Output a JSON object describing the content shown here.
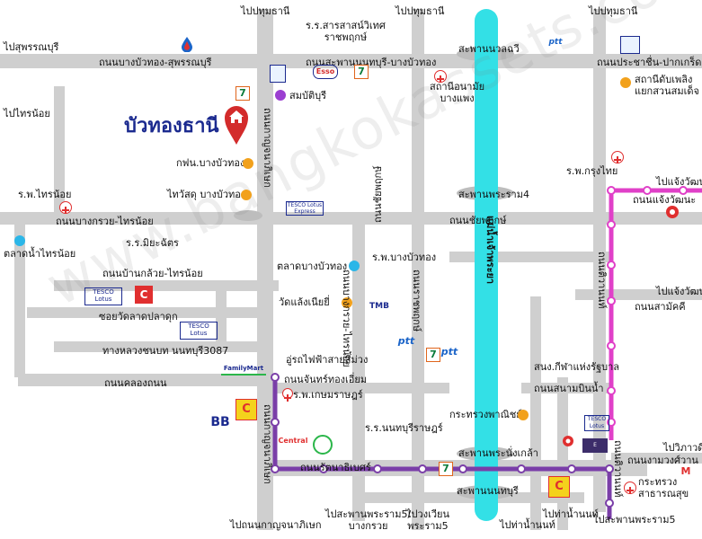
{
  "title": "บัวทองธานี",
  "colors": {
    "road": "#cfcfcf",
    "river": "#33e0e6",
    "pink_line": "#e040c8",
    "purple_line": "#7a3ea8",
    "pin": "#d32b2b",
    "orange_dot": "#f2a11c",
    "purple_dot": "#9b3fd1",
    "blue_dot": "#2bb6e8",
    "hospital": "#e02f2f"
  },
  "labels": {
    "to_pathum_1": "ไปปทุมธานี",
    "to_pathum_2": "ไปปทุมธานี",
    "to_pathum_3": "ไปปทุมธานี",
    "to_suphan": "ไปสุพรรณบุรี",
    "rd_bangbuathong_suphan": "ถนนบางบัวทอง-สุพรรณบุรี",
    "rd_sapan_nonburi": "ถนนสะพานนนทบุรี-บางบัวทอง",
    "school_sarasas": "ร.ร.สารสาสน์วิเทศ\nราชพฤกษ์",
    "bridge_wongwan": "สะพานนวลฉวี",
    "rd_pracha_chuen": "ถนนประชาชื่น-ปากเกร็ด",
    "health_bangsaeng": "สถานีอนามัย\nบางแพง",
    "samnak_tambon": "สมบัติบุรี",
    "gas_station": "สถานีดับเพลิง\nแยกสวนสมเด็จ",
    "to_sainoi": "ไปไทรน้อย",
    "egat": "กฟน.บางบัวทอง",
    "rd_kanchana_v": "ถนนกาญจนาภิเษก",
    "hosp_sainoi": "ร.พ.ไทรน้อย",
    "thaiwatsadu": "ไทวัสดุ บางบัวทอง",
    "tesco_1": "TESCO Lotus Express",
    "rd_chaiyapruek_v": "ถนนชัยพฤกษ์",
    "bridge_rama4": "สะพานพระราม4",
    "hosp_krungthai": "ร.พ.กรุงไทย",
    "to_chaengwattana_1": "ไปแจ้งวัฒนะ",
    "rd_chaengwattana_1": "ถนนแจ้งวัฒนะ",
    "rd_chaiyapruek_h": "ถนนชัยพฤกษ์",
    "rd_bangkruai_sainoi": "ถนนบางกรวย-ไทรน้อย",
    "school_miyachat": "ร.ร.มิยะฉัตร",
    "market_sainoi": "ตลาดน้ำไทรน้อย",
    "market_bangbuathong": "ตลาดบางบัวทอง",
    "hosp_bangbuathong": "ร.พ.บางบัวทอง",
    "river_name": "แม่น้ำเจ้าพระยา",
    "rd_ban_kluai": "ถนนบ้านกล้วย-ไทรน้อย",
    "tesco_2": "TESCO Lotus",
    "rd_ratchaphruek": "ถนนราชพฤกษ์",
    "to_chaengwattana_2": "ไปแจ้งวัฒนะ",
    "rd_samakkhi": "ถนนสามัคคี",
    "soi_watladpladuk": "ซอยวัดลาดปลาดุก",
    "tesco_3": "TESCO Lotus",
    "wat_laemyai": "วัดแล้งเนียยี่",
    "rd_bangkruai_v": "ถนนบางกรวย-ไทรน้อย",
    "rd_tiwanon": "ถนนติวานนท์",
    "rd_nonthaburi1": "ถนนนนทบุรี1",
    "tmb": "TMB",
    "kanchan_cross": "ทางหลวงชนบท นนทบุรี3087",
    "ptt_1": "ptt",
    "ptt_2": "ptt",
    "irtl": "อู่รถไฟฟ้าสายสีม่วง",
    "familymart": "FamilyMart",
    "rd_khlongthanon": "ถนนคลองถนน",
    "sports_office": "สนง.กีฬาแห่งรัฐบาล",
    "rd_chan_thongiam": "ถนนจันทร์ทองเอี่ยม",
    "hosp_kasemrad": "ร.พ.เกษมราษฎร์",
    "rd_sanambinnam": "ถนนสนามบินน้ำ",
    "ministry_commerce": "กระทรวงพาณิชย์",
    "school_nonburi": "ร.ร.นนทบุรีราษฎร์",
    "bb": "BB",
    "central": "Central",
    "bridge_phra_nangklao": "สะพานพระนั่งเกล้า",
    "to_wikwat": "ไปวิภาวดี",
    "rd_ratanathibet": "ถนนรัตนาธิเบศร์",
    "rd_ngamwongwan": "ถนนงามวงศ์วาน",
    "ministry_health": "กระทรวง\nสาธารณสุข",
    "rd_kanchana_v2": "ถนนกาญจนาภิเษก",
    "bridge_nonthaburi": "สะพานนนทบุรี",
    "to_kanchana": "ไปถนนกาญจนาภิเษก",
    "to_rama5": "ไปสะพานพระราม5/\nบางกรวย",
    "to_rama5_2": "ไปวงเวียน\nพระราม5",
    "to_tha_nam": "ไปท่าน้ำนนท์",
    "to_tha_nam_2": "ไปท่าน้ำนนท์",
    "to_rama5_3": "ไปสะพานพระราม5",
    "watermark": "www.bangkokassets.com"
  }
}
